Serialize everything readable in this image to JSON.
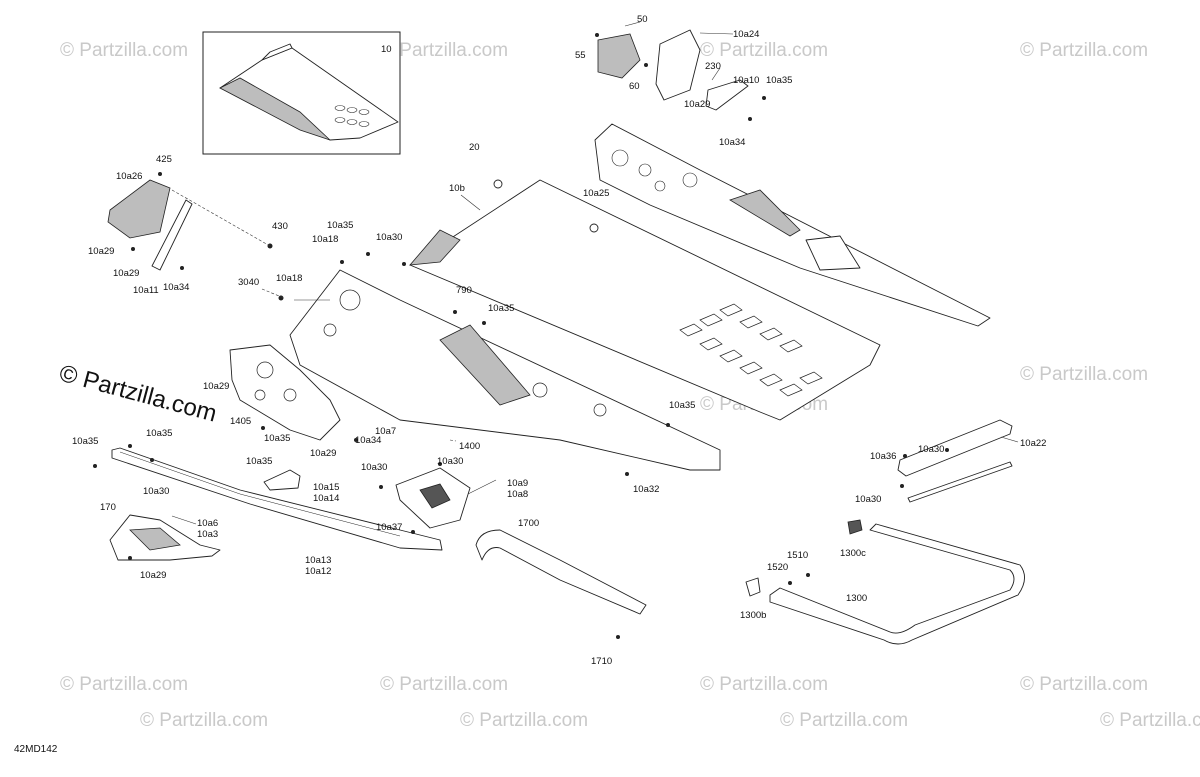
{
  "diagram_code": "42MD142",
  "watermark": {
    "main": "© Partzilla.com",
    "faint": "© Partzilla.com"
  },
  "inset_label": "10",
  "callouts": {
    "c50": "50",
    "c55": "55",
    "c60": "60",
    "c10a24": "10a24",
    "c230": "230",
    "c10a10": "10a10",
    "c10a35_tr": "10a35",
    "c10a29_tr": "10a29",
    "c10a34_tr": "10a34",
    "c425": "425",
    "c10a26": "10a26",
    "c10a29_l1": "10a29",
    "c10a29_l2": "10a29",
    "c10a11": "10a11",
    "c10a34_l": "10a34",
    "c430": "430",
    "c20": "20",
    "c10b": "10b",
    "c10a25": "10a25",
    "c10a35_m1": "10a35",
    "c10a18_m1": "10a18",
    "c10a30_m": "10a30",
    "c3040": "3040",
    "c10a18_m2": "10a18",
    "c790": "790",
    "c10a35_m2": "10a35",
    "c10a29_ml": "10a29",
    "c1405": "1405",
    "c10a35_ml": "10a35",
    "c10a34_ml": "10a34",
    "c10a7": "10a7",
    "c10a29_ml2": "10a29",
    "c10a35_ll": "10a35",
    "c10a35_ll2": "10a35",
    "c10a35_s": "10a35",
    "c10a15": "10a15",
    "c10a14": "10a14",
    "c10a30_c1": "10a30",
    "c10a30_c2": "10a30",
    "c10a9": "10a9",
    "c10a8": "10a8",
    "c10a37": "10a37",
    "c1400": "1400",
    "c10a35_r": "10a35",
    "c10a32": "10a32",
    "c170": "170",
    "c10a30_l": "10a30",
    "c10a6": "10a6",
    "c10a3": "10a3",
    "c10a29_b": "10a29",
    "c10a13": "10a13",
    "c10a12": "10a12",
    "c1700": "1700",
    "c1710": "1710",
    "c10a30_br1": "10a30",
    "c10a22": "10a22",
    "c10a36": "10a36",
    "c10a30_br2": "10a30",
    "c1300c": "1300c",
    "c1510": "1510",
    "c1520": "1520",
    "c1300": "1300",
    "c1300b": "1300b"
  }
}
